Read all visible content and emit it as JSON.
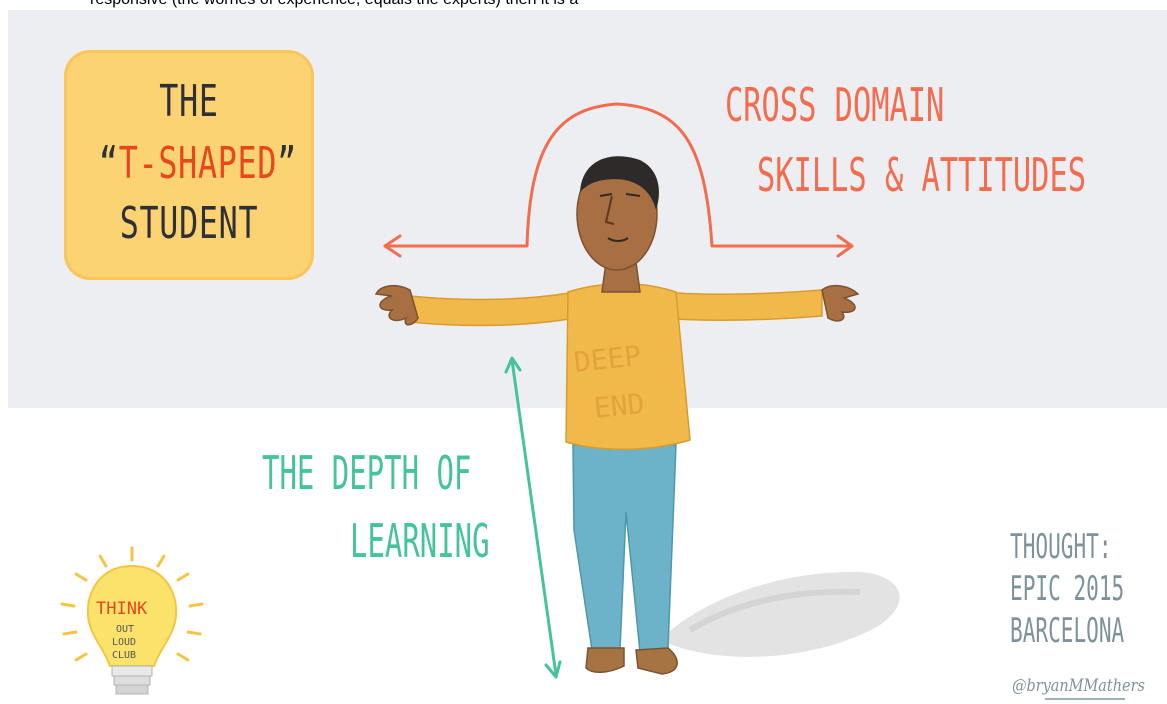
{
  "header_fragment": "responsive (the worries of experience, equals the experts) then it is a",
  "title": {
    "line1": "THE",
    "line2_open": "“",
    "line2_accent": "T-SHAPED",
    "line2_close": "”",
    "line3": "STUDENT"
  },
  "cross_domain": {
    "line1": "CROSS DOMAIN",
    "line2": "SKILLS & ATTITUDES"
  },
  "depth": {
    "line1": "THE DEPTH OF",
    "line2": "LEARNING"
  },
  "shirt_text": {
    "line1": "DEEP",
    "line2": "END"
  },
  "credit": {
    "line1": "THOUGHT:",
    "line2": "EPIC 2015",
    "line3": "BARCELONA",
    "handle": "@bryanMMathers"
  },
  "logo": {
    "word1": "THINK",
    "word2": "OUT",
    "word3": "LOUD",
    "word4": "CLUB"
  },
  "colors": {
    "background": "#edeef1",
    "title_card": "#fbd373",
    "accent_red": "#e8461c",
    "cross_domain": "#f26d4f",
    "depth": "#45c39a",
    "shirt": "#f0b94a",
    "jeans": "#6cb3c9",
    "skin": "#a86f43",
    "credit": "#7d939b"
  }
}
